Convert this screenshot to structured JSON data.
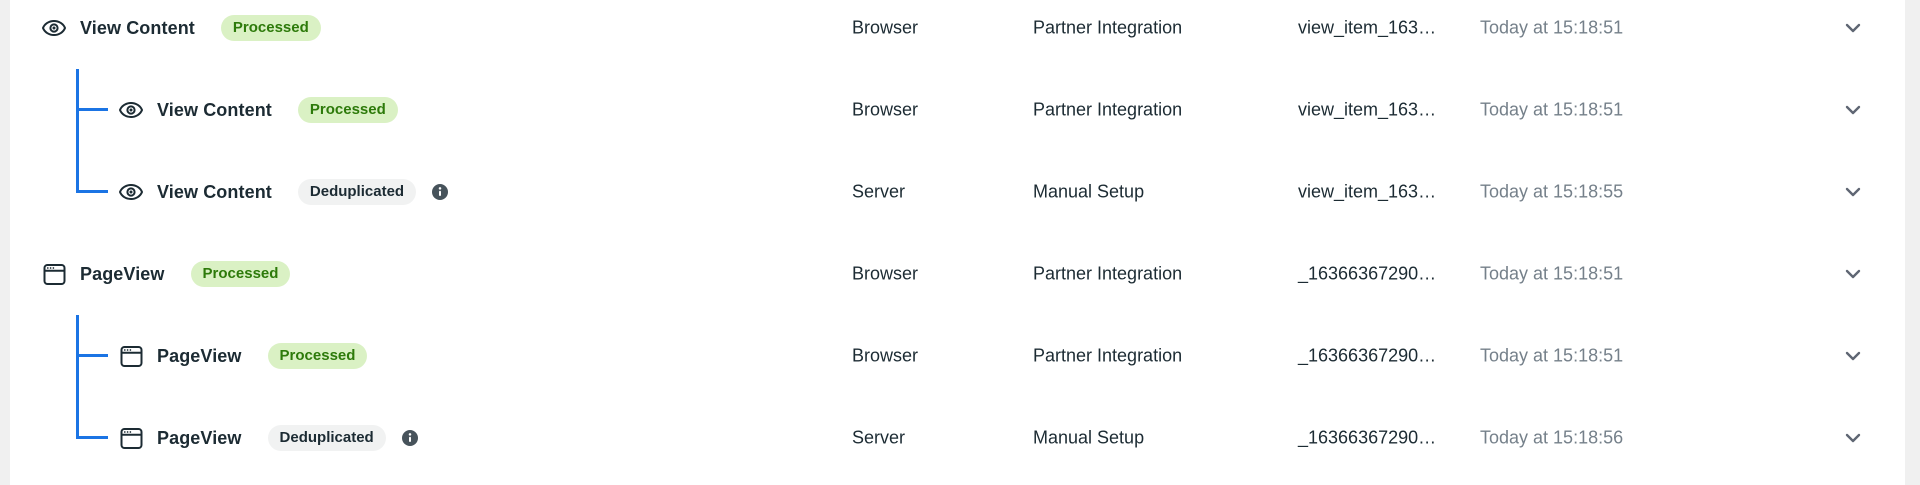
{
  "colors": {
    "accent_blue": "#1b74e4",
    "text_primary": "#1c2b33",
    "text_secondary": "#75808a",
    "badge_green_bg": "#daf1c4",
    "badge_green_text": "#2d7a0a",
    "badge_gray_bg": "#f1f2f2",
    "badge_gray_text": "#1c2b33"
  },
  "rows": [
    {
      "name": "View Content",
      "icon": "eye-icon",
      "status": "Processed",
      "status_style": "green",
      "has_info": false,
      "channel": "Browser",
      "setup": "Partner Integration",
      "event_id": "view_item_163…",
      "time": "Today at 15:18:51",
      "expand_icon": "chevron-down-icon",
      "level": "parent"
    },
    {
      "name": "View Content",
      "icon": "eye-icon",
      "status": "Processed",
      "status_style": "green",
      "has_info": false,
      "channel": "Browser",
      "setup": "Partner Integration",
      "event_id": "view_item_163…",
      "time": "Today at 15:18:51",
      "expand_icon": "chevron-down-icon",
      "level": "child"
    },
    {
      "name": "View Content",
      "icon": "eye-icon",
      "status": "Deduplicated",
      "status_style": "gray",
      "has_info": true,
      "info_icon": "info-icon",
      "channel": "Server",
      "setup": "Manual Setup",
      "event_id": "view_item_163…",
      "time": "Today at 15:18:55",
      "expand_icon": "chevron-down-icon",
      "level": "child"
    },
    {
      "name": "PageView",
      "icon": "browser-window-icon",
      "status": "Processed",
      "status_style": "green",
      "has_info": false,
      "channel": "Browser",
      "setup": "Partner Integration",
      "event_id": "_16366367290…",
      "time": "Today at 15:18:51",
      "expand_icon": "chevron-down-icon",
      "level": "parent"
    },
    {
      "name": "PageView",
      "icon": "browser-window-icon",
      "status": "Processed",
      "status_style": "green",
      "has_info": false,
      "channel": "Browser",
      "setup": "Partner Integration",
      "event_id": "_16366367290…",
      "time": "Today at 15:18:51",
      "expand_icon": "chevron-down-icon",
      "level": "child"
    },
    {
      "name": "PageView",
      "icon": "browser-window-icon",
      "status": "Deduplicated",
      "status_style": "gray",
      "has_info": true,
      "info_icon": "info-icon",
      "channel": "Server",
      "setup": "Manual Setup",
      "event_id": "_16366367290…",
      "time": "Today at 15:18:56",
      "expand_icon": "chevron-down-icon",
      "level": "child"
    }
  ]
}
